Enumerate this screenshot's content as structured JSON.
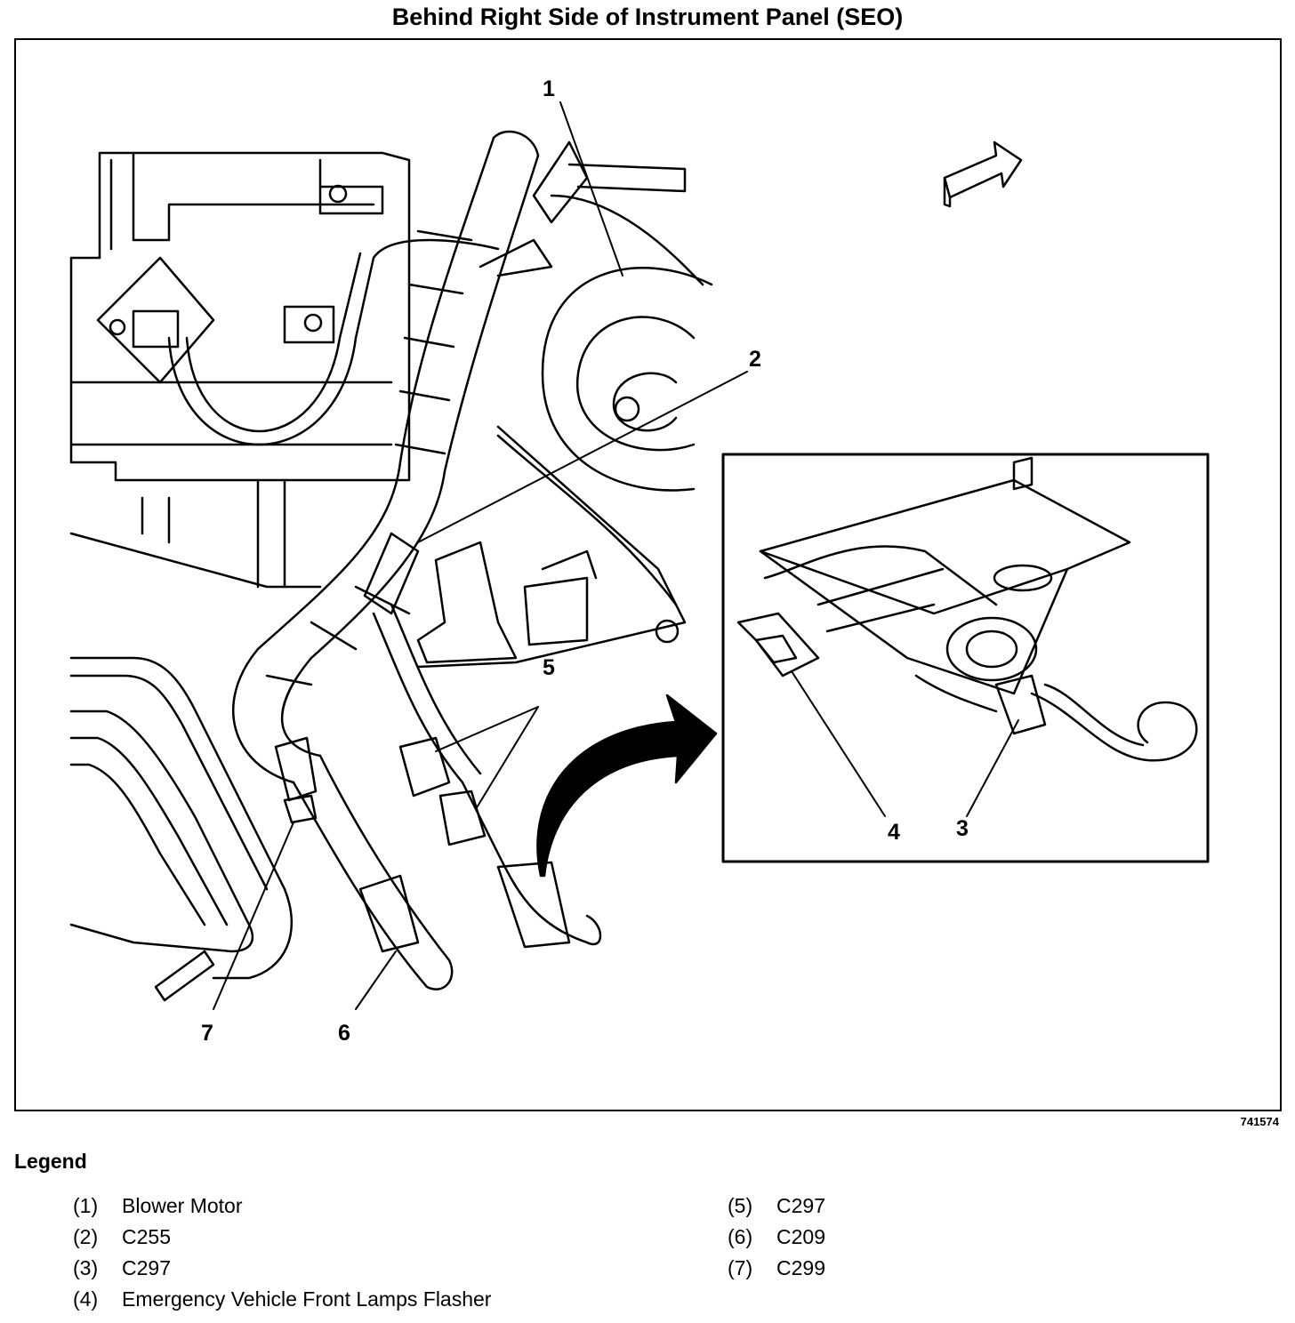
{
  "title": "Behind Right Side of Instrument Panel (SEO)",
  "figure_id": "741574",
  "callouts": [
    "1",
    "2",
    "3",
    "4",
    "5",
    "6",
    "7"
  ],
  "legend": {
    "heading": "Legend",
    "items": [
      {
        "num": "(1)",
        "label": "Blower Motor"
      },
      {
        "num": "(2)",
        "label": "C255"
      },
      {
        "num": "(3)",
        "label": "C297"
      },
      {
        "num": "(4)",
        "label": "Emergency Vehicle Front Lamps Flasher"
      },
      {
        "num": "(5)",
        "label": "C297"
      },
      {
        "num": "(6)",
        "label": "C209"
      },
      {
        "num": "(7)",
        "label": "C299"
      }
    ]
  }
}
